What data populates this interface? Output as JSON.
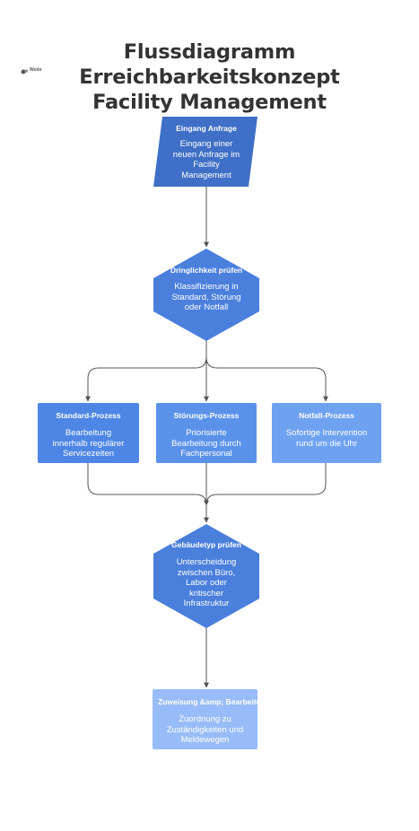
{
  "title": {
    "line1": "Flussdiagramm Erreichbarkeitskonzept",
    "line2": "Facility Management"
  },
  "logo": {
    "text": "Wedo"
  },
  "nodes": {
    "eingang": {
      "title": "Eingang Anfrage",
      "body": "Eingang einer neuen Anfrage im Facility Management",
      "color": "#3f6fc6"
    },
    "dringlichkeit": {
      "title": "Dringlichkeit prüfen",
      "body": "Klassifizierung in Standard, Störung oder Notfall",
      "color": "#4a7fdc"
    },
    "standard": {
      "title": "Standard-Prozess",
      "body": "Bearbeitung innerhalb regulärer Servicezeiten",
      "color": "#4d86e4"
    },
    "stoerung": {
      "title": "Störungs-Prozess",
      "body": "Priorisierte Bearbeitung durch Fachpersonal",
      "color": "#5a92ea"
    },
    "notfall": {
      "title": "Notfall-Prozess",
      "body": "Sofortige Intervention rund um die Uhr",
      "color": "#6ea2f1"
    },
    "gebaeude": {
      "title": "Gebäudetyp prüfen",
      "body": "Unterscheidung zwischen Büro, Labor oder kritischer Infrastruktur",
      "color": "#4a7fdc"
    },
    "zuweisung": {
      "title": "Zuweisung &amp; Bearbeitung",
      "body": "Zuordnung zu Zuständigkeiten und Meldewegen",
      "color": "#98bcf7"
    }
  },
  "colors": {
    "connector": "#555555",
    "title_text": "#333333"
  }
}
